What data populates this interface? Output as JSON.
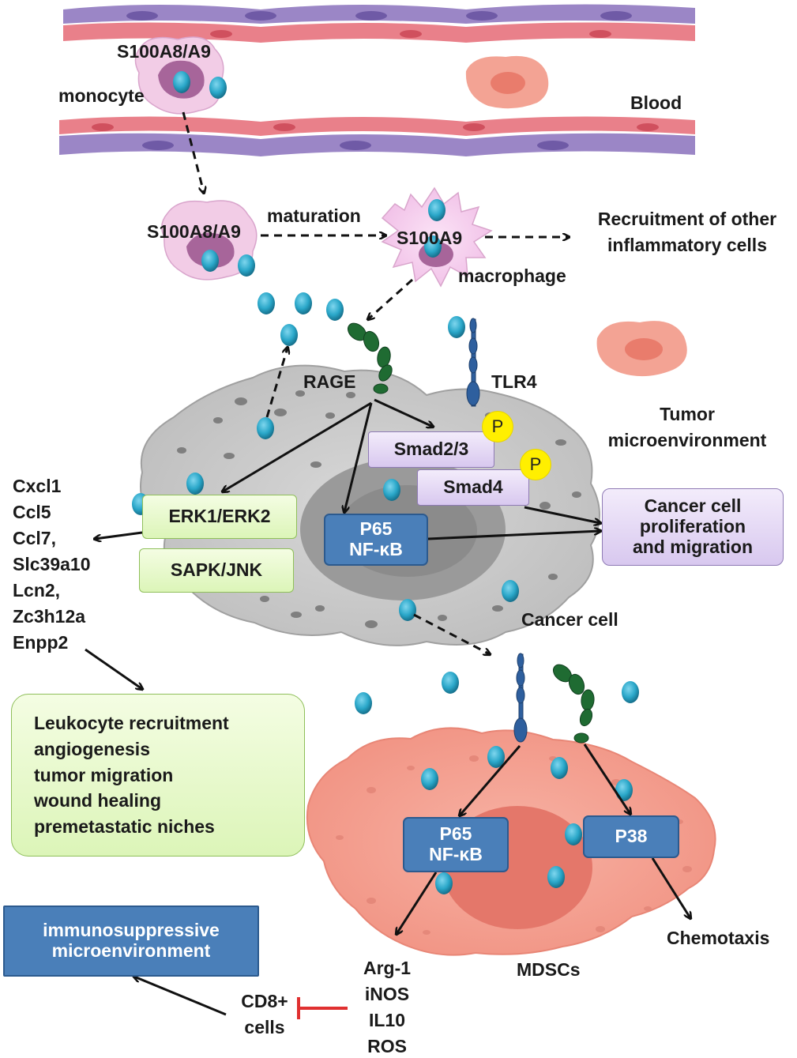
{
  "labels": {
    "s100a8a9_top": "S100A8/A9",
    "monocyte": "monocyte",
    "blood": "Blood",
    "s100a8a9_mid": "S100A8/A9",
    "maturation": "maturation",
    "s100a9": "S100A9",
    "macrophage": "macrophage",
    "recruitment_line1": "Recruitment of other",
    "recruitment_line2": "inflammatory cells",
    "rage": "RAGE",
    "tlr4": "TLR4",
    "tumor_micro_line1": "Tumor",
    "tumor_micro_line2": "microenvironment",
    "cancer_cell": "Cancer cell",
    "chemotaxis": "Chemotaxis",
    "mdscs": "MDSCs",
    "cd8_line1": "CD8+",
    "cd8_line2": "cells"
  },
  "gene_list": [
    "Cxcl1",
    "Ccl5",
    "Ccl7,",
    "Slc39a10",
    "Lcn2,",
    "Zc3h12a",
    "Enpp2"
  ],
  "mdsc_products": [
    "Arg-1",
    "iNOS",
    "IL10",
    "ROS"
  ],
  "boxes": {
    "erk": "ERK1/ERK2",
    "sapk": "SAPK/JNK",
    "smad23": "Smad2/3",
    "smad4": "Smad4",
    "p65_cancer_line1": "P65",
    "p65_cancer_line2": "NF-κB",
    "cancer_prolif_line1": "Cancer cell",
    "cancer_prolif_line2": "proliferation",
    "cancer_prolif_line3": "and migration",
    "p65_mdsc_line1": "P65",
    "p65_mdsc_line2": "NF-κB",
    "p38": "P38",
    "immuno_line1": "immunosuppressive",
    "immuno_line2": "microenvironment",
    "phospho": "P"
  },
  "effects": [
    "Leukocyte recruitment",
    "angiogenesis",
    "tumor migration",
    "wound healing",
    "premetastatic niches"
  ],
  "colors": {
    "s100_dot": "#2aa7c9",
    "rage_receptor": "#1f6b32",
    "tlr4_receptor": "#2e5f9e",
    "cancer_cell": "#c8c8c8",
    "mdsc": "#f4a193",
    "blue_box": "#4a7fb9",
    "inhibition": "#e03030"
  }
}
